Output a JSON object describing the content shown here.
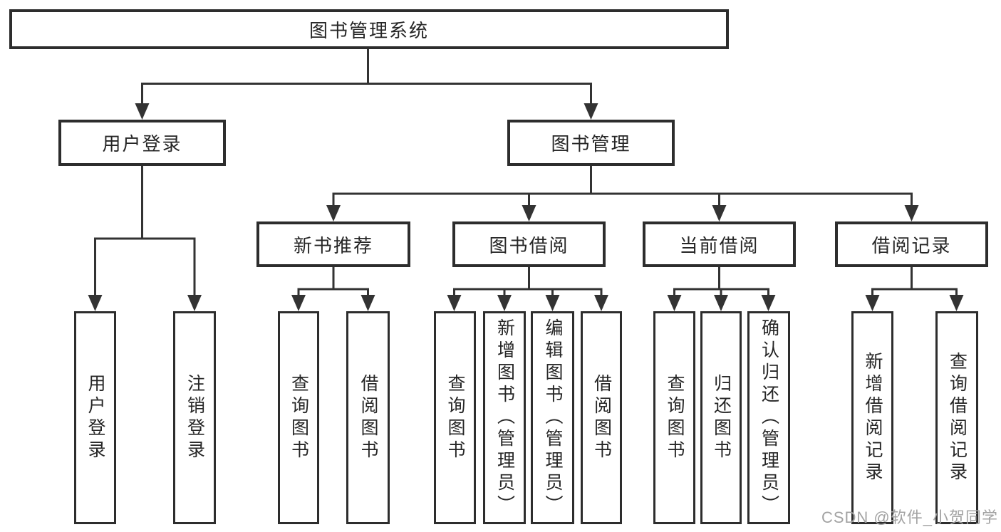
{
  "colors": {
    "line": "#333333",
    "box_border": "#2d2d2d",
    "text": "#262626",
    "watermark": "#a3a3a3",
    "background": "#ffffff"
  },
  "watermark": {
    "text": "CSDN @软件_小贺同学"
  },
  "tree": {
    "root": {
      "label": "图书管理系统"
    },
    "branches": [
      {
        "label": "用户登录",
        "children": [
          {
            "label": "用户登录"
          },
          {
            "label": "注销登录"
          }
        ]
      },
      {
        "label": "图书管理",
        "children": [
          {
            "label": "新书推荐",
            "children": [
              {
                "label": "查询图书"
              },
              {
                "label": "借阅图书"
              }
            ]
          },
          {
            "label": "图书借阅",
            "children": [
              {
                "label": "查询图书"
              },
              {
                "label": "新增图书（管理员）"
              },
              {
                "label": "编辑图书（管理员）"
              },
              {
                "label": "借阅图书"
              }
            ]
          },
          {
            "label": "当前借阅",
            "children": [
              {
                "label": "查询图书"
              },
              {
                "label": "归还图书"
              },
              {
                "label": "确认归还（管理员）"
              }
            ]
          },
          {
            "label": "借阅记录",
            "children": [
              {
                "label": "新增借阅记录"
              },
              {
                "label": "查询借阅记录"
              }
            ]
          }
        ]
      }
    ]
  }
}
